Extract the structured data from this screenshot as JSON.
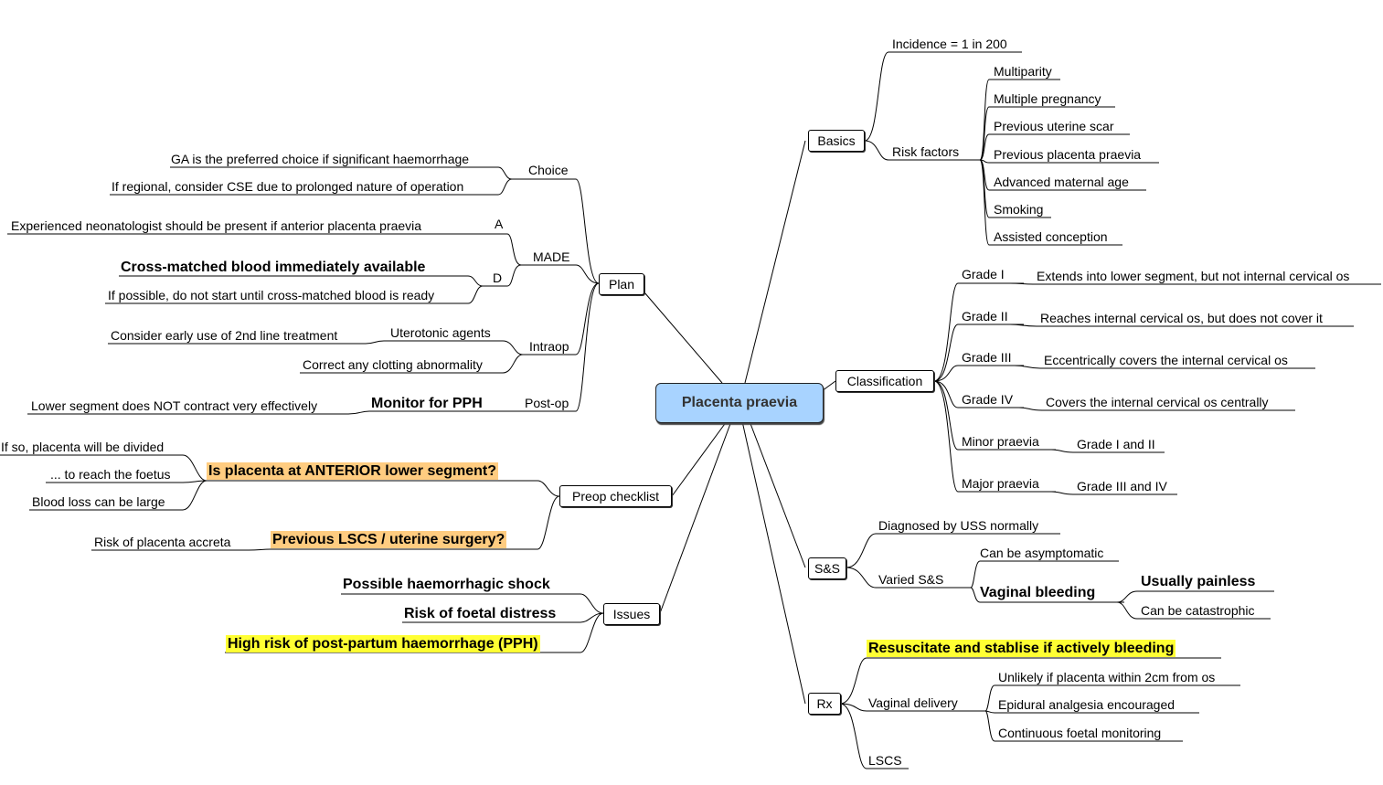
{
  "central": "Placenta praevia",
  "plan": {
    "label": "Plan",
    "choice": {
      "label": "Choice",
      "items": [
        "GA is the preferred choice if significant haemorrhage",
        "If regional, consider CSE due to prolonged nature of operation"
      ]
    },
    "made": {
      "label": "MADE",
      "a_label": "A",
      "a_item": "Experienced neonatologist should be present if anterior placenta praevia",
      "d_label": "D",
      "d_items": [
        "Cross-matched blood immediately available",
        "If possible, do not start until cross-matched blood is ready"
      ]
    },
    "intraop": {
      "label": "Intraop",
      "uterotonic": "Uterotonic agents",
      "uterotonic_item": "Consider early use of 2nd line treatment",
      "clotting": "Correct any clotting abnormality"
    },
    "postop": {
      "label": "Post-op",
      "monitor": "Monitor for PPH",
      "monitor_item": "Lower segment does NOT contract very effectively"
    }
  },
  "preop": {
    "label": "Preop checklist",
    "anterior": "Is placenta at ANTERIOR lower segment?",
    "anterior_items": [
      "If so, placenta will be divided",
      "... to reach the foetus",
      "Blood loss can be large"
    ],
    "lscs": "Previous LSCS / uterine surgery?",
    "lscs_item": "Risk of placenta accreta"
  },
  "issues": {
    "label": "Issues",
    "items": [
      "Possible haemorrhagic shock",
      "Risk of foetal distress",
      "High risk of post-partum haemorrhage (PPH)"
    ]
  },
  "basics": {
    "label": "Basics",
    "incidence": "Incidence = 1 in 200",
    "risk_label": "Risk factors",
    "risk_items": [
      "Multiparity",
      "Multiple pregnancy",
      "Previous uterine scar",
      "Previous placenta praevia",
      "Advanced maternal age",
      "Smoking",
      "Assisted conception"
    ]
  },
  "classification": {
    "label": "Classification",
    "grades": [
      {
        "name": "Grade I",
        "desc": "Extends into lower segment, but not internal cervical os"
      },
      {
        "name": "Grade II",
        "desc": "Reaches internal cervical os, but does not cover it"
      },
      {
        "name": "Grade III",
        "desc": "Eccentrically covers the internal cervical os"
      },
      {
        "name": "Grade IV",
        "desc": "Covers the internal cervical os centrally"
      },
      {
        "name": "Minor praevia",
        "desc": "Grade I and II"
      },
      {
        "name": "Major praevia",
        "desc": "Grade III and IV"
      }
    ]
  },
  "ss": {
    "label": "S&S",
    "diagnosed": "Diagnosed by USS normally",
    "varied": "Varied S&S",
    "asymptomatic": "Can be asymptomatic",
    "bleeding": "Vaginal bleeding",
    "bleeding_items": [
      "Usually painless",
      "Can be catastrophic"
    ]
  },
  "rx": {
    "label": "Rx",
    "resus": "Resuscitate and stablise if actively bleeding",
    "vaginal": "Vaginal delivery",
    "vaginal_items": [
      "Unlikely if placenta within 2cm from os",
      "Epidural analgesia encouraged",
      "Continuous foetal monitoring"
    ],
    "lscs": "LSCS"
  },
  "colors": {
    "central_fill": "#a8d3ff",
    "highlight_orange": "#ffcc80",
    "highlight_yellow": "#ffff33"
  }
}
